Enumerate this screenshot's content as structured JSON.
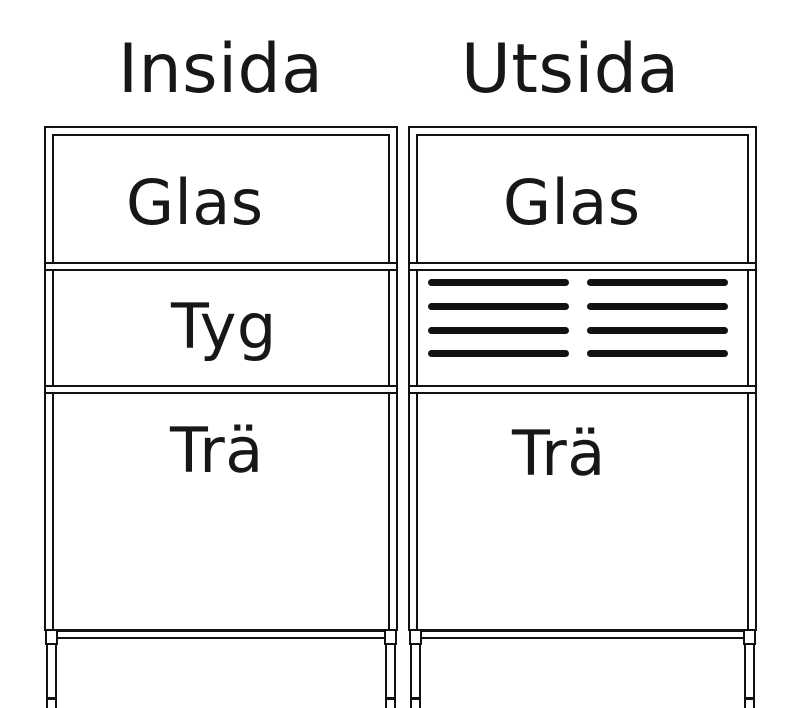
{
  "figure": {
    "title_left": "Insida",
    "title_right": "Utsida",
    "style": "line-drawing",
    "stroke_color": "#111111",
    "background_color": "#ffffff",
    "text_color": "#171717"
  },
  "panels": [
    {
      "id": "insida",
      "title": "Insida",
      "sections": [
        {
          "id": "glas",
          "label": "Glas",
          "material": "glass"
        },
        {
          "id": "tyg",
          "label": "Tyg",
          "material": "fabric"
        },
        {
          "id": "tra",
          "label": "Trä",
          "material": "wood"
        }
      ],
      "slat_rows": 0,
      "slat_columns": 0
    },
    {
      "id": "utsida",
      "title": "Utsida",
      "sections": [
        {
          "id": "glas",
          "label": "Glas",
          "material": "glass"
        },
        {
          "id": "slats",
          "label": "",
          "material": "louvre"
        },
        {
          "id": "tra",
          "label": "Trä",
          "material": "wood"
        }
      ],
      "slat_rows": 4,
      "slat_columns": 2
    }
  ],
  "labels": {
    "glas_left": "Glas",
    "tyg_left": "Tyg",
    "tra_left": "Trä",
    "glas_right": "Glas",
    "tra_right": "Trä"
  }
}
